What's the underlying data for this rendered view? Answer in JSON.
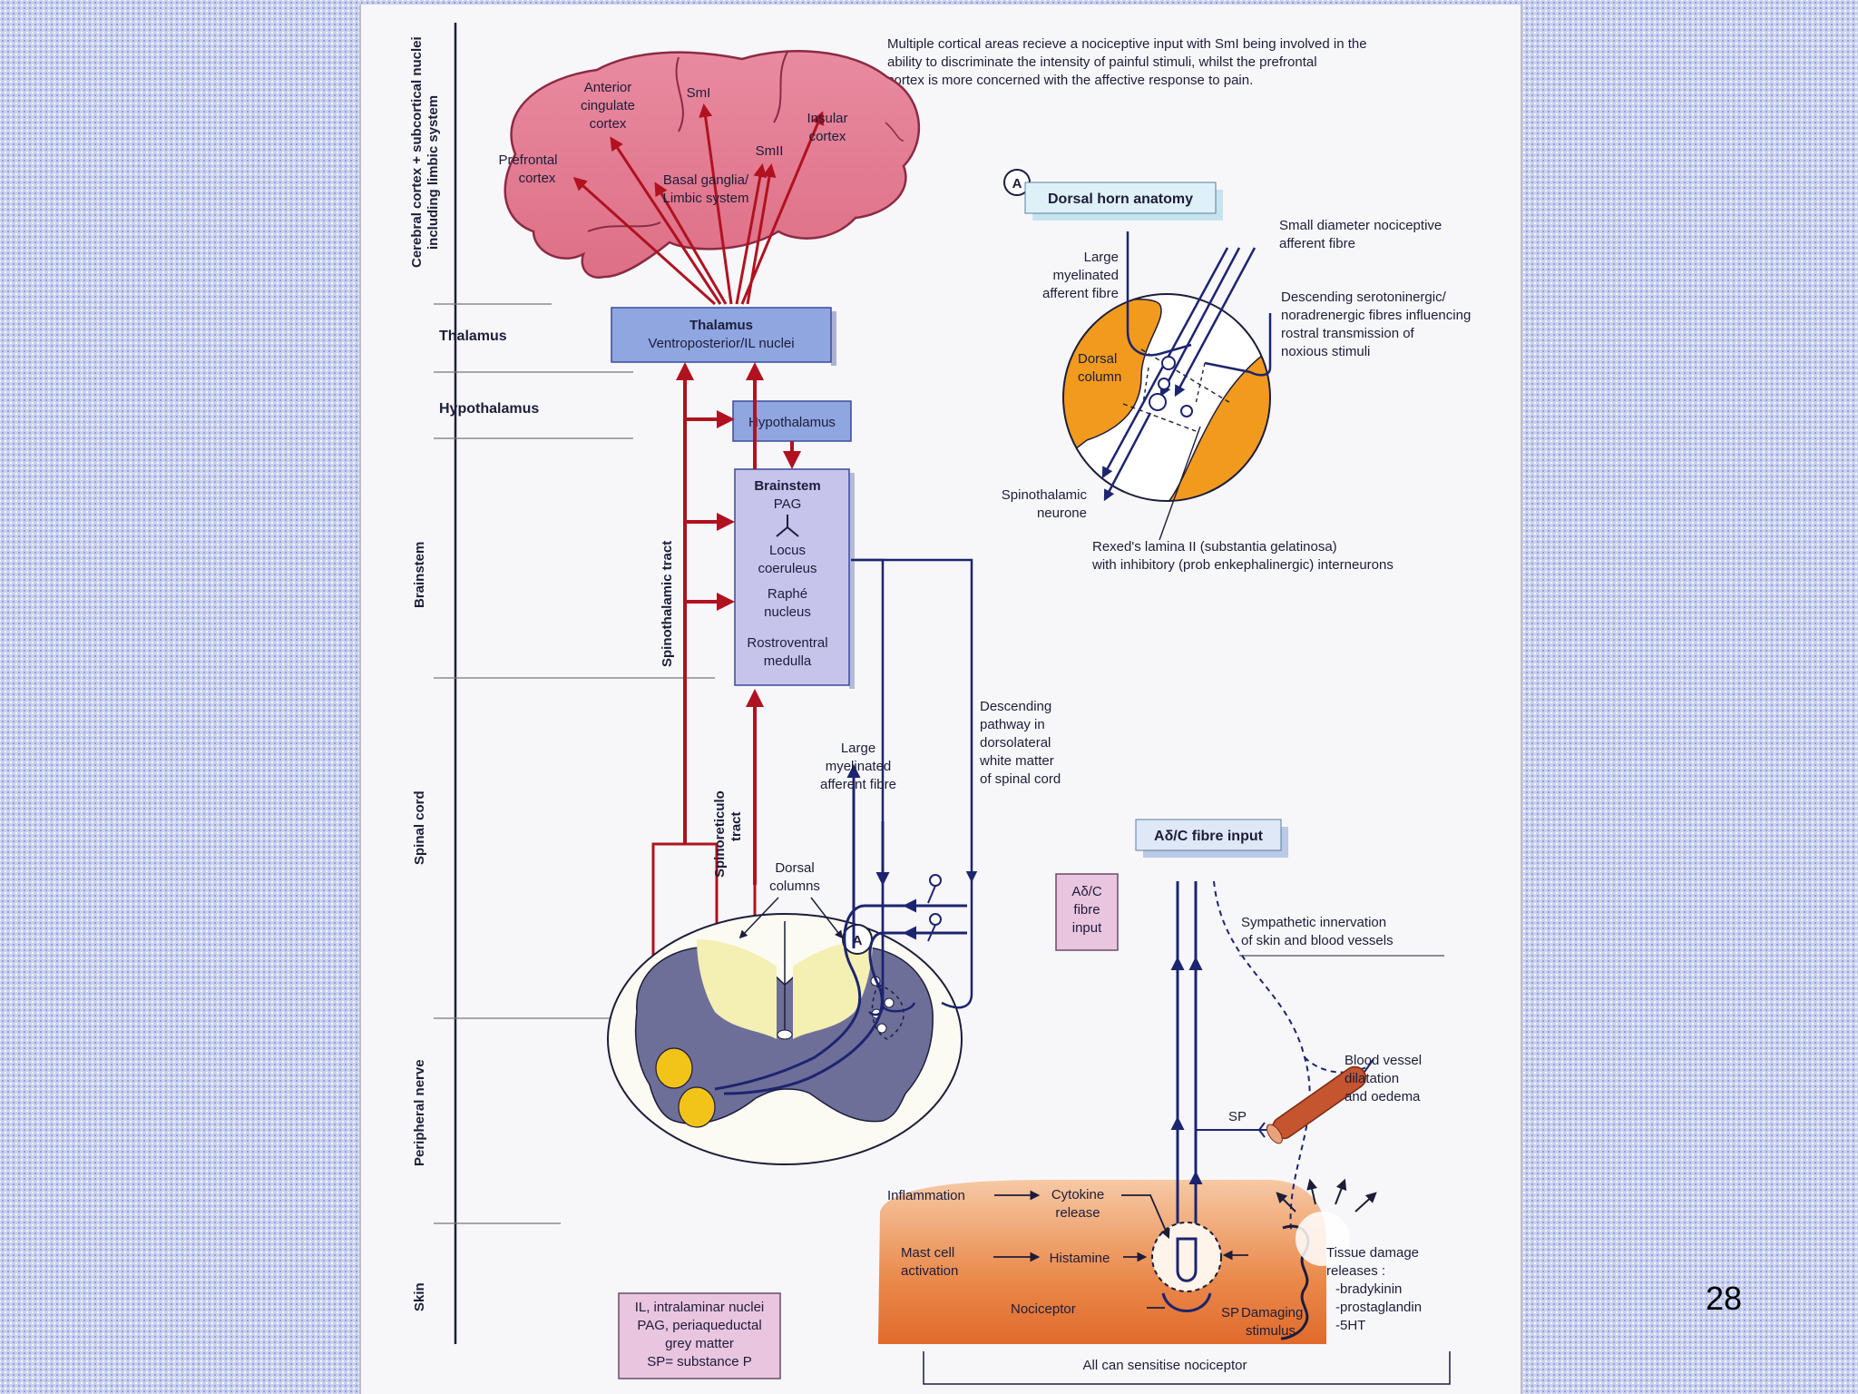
{
  "slide_number": "28",
  "intro_text": [
    "Multiple cortical areas recieve a nociceptive input with SmI being involved in the",
    "ability to discriminate the intensity of painful stimuli, whilst the prefrontal",
    "cortex is more concerned with the affective response to pain."
  ],
  "levels": {
    "cortex": [
      "Cerebral cortex + subcortical nuclei",
      "including limbic system"
    ],
    "thalamus": "Thalamus",
    "hypothalamus": "Hypothalamus",
    "brainstem": "Brainstem",
    "spinal_cord": "Spinal cord",
    "peripheral_nerve": "Peripheral nerve",
    "skin": "Skin"
  },
  "brain": {
    "anterior_cingulate": [
      "Anterior",
      "cingulate",
      "cortex"
    ],
    "smi_top": "SmI",
    "smii": "SmII",
    "insular": [
      "Insular",
      "cortex"
    ],
    "prefrontal": [
      "Prefrontal",
      "cortex"
    ],
    "basal_ganglia": [
      "Basal ganglia/",
      "Limbic system"
    ]
  },
  "thalamus_box": [
    "Thalamus",
    "Ventroposterior/IL nuclei"
  ],
  "hypothalamus_box": "Hypothalamus",
  "brainstem_box": {
    "title": "Brainstem",
    "pag": "PAG",
    "locus": [
      "Locus",
      "coeruleus"
    ],
    "raphe": [
      "Raphé",
      "nucleus"
    ],
    "rostroventral": [
      "Rostroventral",
      "medulla"
    ]
  },
  "tracts": {
    "spinothalamic": "Spinothalamic tract",
    "spinoreticulo": [
      "Spinoreticulo",
      "tract"
    ]
  },
  "cord_labels": {
    "large_fibre": [
      "Large",
      "myelinated",
      "afferent fibre"
    ],
    "dorsal_columns": [
      "Dorsal",
      "columns"
    ],
    "descending": [
      "Descending",
      "pathway in",
      "dorsolateral",
      "white matter",
      "of spinal cord"
    ],
    "fibre_input_box": [
      "Aδ/C",
      "fibre",
      "input"
    ],
    "marker": "A"
  },
  "inset": {
    "marker": "A",
    "title": "Dorsal horn anatomy",
    "large_fibre": [
      "Large",
      "myelinated",
      "afferent fibre"
    ],
    "small_fibre": [
      "Small diameter nociceptive",
      "afferent fibre"
    ],
    "descending": [
      "Descending serotoninergic/",
      "noradrenergic fibres influencing",
      "rostral transmission of",
      "noxious stimuli"
    ],
    "dorsal_column": [
      "Dorsal",
      "column"
    ],
    "spinothalamic": [
      "Spinothalamic",
      "neurone"
    ],
    "rexed": [
      "Rexed's lamina II (substantia gelatinosa)",
      "with inhibitory (prob enkephalinergic) interneurons"
    ]
  },
  "periphery": {
    "fibre_input_title": "Aδ/C fibre input",
    "sympathetic": [
      "Sympathetic innervation",
      "of skin and blood vessels"
    ],
    "blood_vessel": [
      "Blood vessel",
      "dilatation",
      "and oedema"
    ],
    "sp_upper": "SP",
    "inflammation": "Inflammation",
    "cytokine": [
      "Cytokine",
      "release"
    ],
    "mast_cell": [
      "Mast cell",
      "activation"
    ],
    "histamine": "Histamine",
    "nociceptor": "Nociceptor",
    "sp_lower": "SP",
    "damaging": [
      "Damaging",
      "stimulus"
    ],
    "tissue_damage": [
      "Tissue damage",
      "releases :",
      "-bradykinin",
      "-prostaglandin",
      "-5HT"
    ],
    "all_can": "All can sensitise nociceptor"
  },
  "legend": [
    "IL, intralaminar nuclei",
    "PAG, periaqueductal",
    "grey matter",
    "SP= substance P"
  ],
  "colors": {
    "brain": "#e37f93",
    "tract_red": "#b0121f",
    "nerve_blue": "#1d2470",
    "grey_matter": "#6e6f99",
    "thalamus_box": "#8fa6e0",
    "brainstem_box": "#c7c4ec",
    "inset_orange": "#f29a1d",
    "skin_orange": "#e87a3a",
    "fibre_box": "#e9c5df"
  }
}
